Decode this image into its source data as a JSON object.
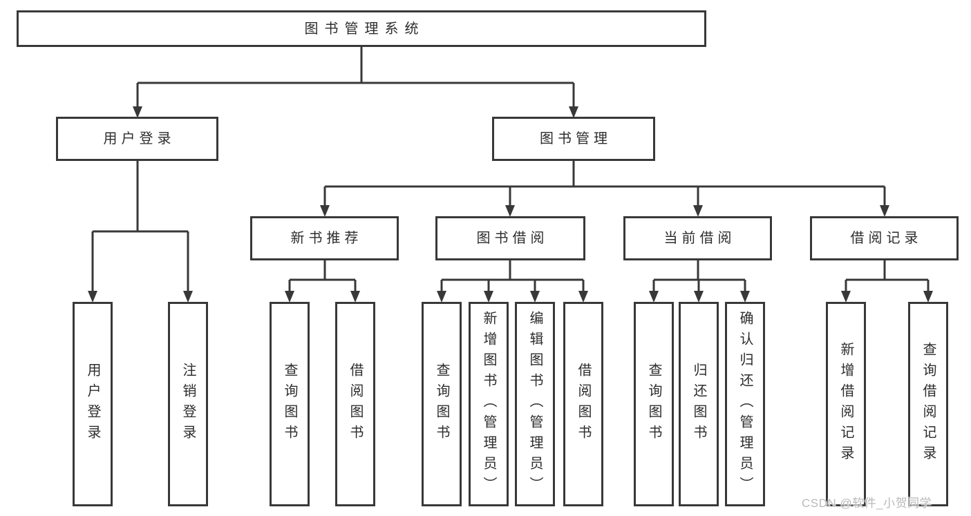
{
  "colors": {
    "background": "#ffffff",
    "line": "#383838",
    "box_border": "#383838",
    "text": "#2d2d2d",
    "watermark": "#b9b9b9"
  },
  "watermark": {
    "text": "CSDN @软件_小贺同学"
  },
  "tree": {
    "root": {
      "label": "图书管理系统"
    },
    "level2": [
      {
        "id": "user-login",
        "label": "用户登录"
      },
      {
        "id": "book-management",
        "label": "图书管理"
      }
    ],
    "user_login_children": [
      {
        "label": "用户登录"
      },
      {
        "label": "注销登录"
      }
    ],
    "level3": [
      {
        "id": "new-book-recommend",
        "label": "新书推荐"
      },
      {
        "id": "book-borrow",
        "label": "图书借阅"
      },
      {
        "id": "current-borrow",
        "label": "当前借阅"
      },
      {
        "id": "borrow-records",
        "label": "借阅记录"
      }
    ],
    "new_book_children": [
      {
        "label": "查询图书"
      },
      {
        "label": "借阅图书"
      }
    ],
    "book_borrow_children": [
      {
        "label": "查询图书"
      },
      {
        "label": "新增图书（管理员）"
      },
      {
        "label": "编辑图书（管理员）"
      },
      {
        "label": "借阅图书"
      }
    ],
    "current_borrow_children": [
      {
        "label": "查询图书"
      },
      {
        "label": "归还图书"
      },
      {
        "label": "确认归还（管理员）"
      }
    ],
    "borrow_records_children": [
      {
        "label": "新增借阅记录"
      },
      {
        "label": "查询借阅记录"
      }
    ]
  }
}
